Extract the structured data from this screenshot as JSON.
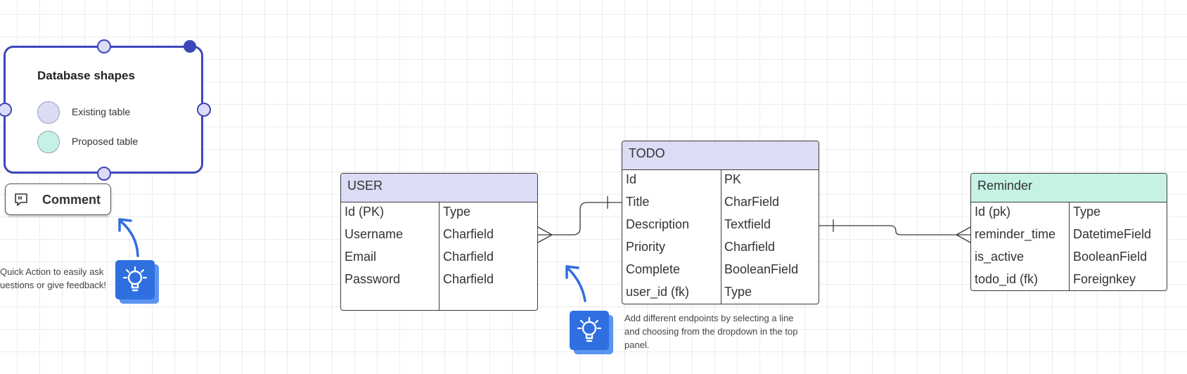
{
  "colors": {
    "existing_table": "#dcdcf7",
    "proposed_table": "#c6f2e6",
    "selection": "#3d47b9",
    "tip_blue": "#2f6fe0",
    "tip_blue_shadow": "#5b95f0",
    "line": "#3b3b3b"
  },
  "legend": {
    "title": "Database shapes",
    "items": [
      {
        "label": "Existing table",
        "color": "#dcdcf7"
      },
      {
        "label": "Proposed table",
        "color": "#c6f2e6"
      }
    ]
  },
  "comment_button": {
    "label": "Comment",
    "icon": "comment-quote-icon"
  },
  "tips": [
    {
      "icon": "lightbulb-icon",
      "lines": [
        "Quick Action to easily ask",
        "uestions or give feedback!"
      ]
    },
    {
      "icon": "lightbulb-icon",
      "lines": [
        "Add different endpoints by selecting a line",
        "and choosing from the dropdown in the top",
        "panel."
      ]
    }
  ],
  "tables": {
    "user": {
      "title": "USER",
      "rows": [
        {
          "name": "Id (PK)",
          "type": "Type"
        },
        {
          "name": "Username",
          "type": "Charfield"
        },
        {
          "name": "Email",
          "type": "Charfield"
        },
        {
          "name": "Password",
          "type": "Charfield"
        }
      ]
    },
    "todo": {
      "title": "TODO",
      "rows": [
        {
          "name": "Id",
          "type": "PK"
        },
        {
          "name": "Title",
          "type": "CharField"
        },
        {
          "name": "Description",
          "type": "Textfield"
        },
        {
          "name": "Priority",
          "type": "Charfield"
        },
        {
          "name": "Complete",
          "type": "BooleanField"
        },
        {
          "name": "user_id (fk)",
          "type": "Type"
        }
      ]
    },
    "reminder": {
      "title": "Reminder",
      "rows": [
        {
          "name": "Id (pk)",
          "type": "Type"
        },
        {
          "name": "reminder_time",
          "type": "DatetimeField"
        },
        {
          "name": "is_active",
          "type": "BooleanField"
        },
        {
          "name": "todo_id (fk)",
          "type": "Foreignkey"
        }
      ]
    }
  },
  "relationships": [
    {
      "from": "USER",
      "from_end": "many",
      "to": "TODO.Title",
      "to_end": "one"
    },
    {
      "from": "TODO",
      "from_end": "one",
      "to": "Reminder",
      "to_end": "many"
    }
  ]
}
